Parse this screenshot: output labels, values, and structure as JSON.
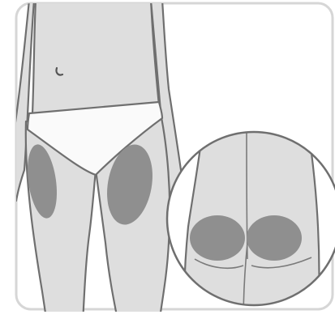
{
  "illustration": {
    "kind": "injection-site-diagram",
    "views": [
      "front",
      "back-magnified"
    ],
    "highlighted_sites": [
      "left-thigh",
      "right-thigh",
      "left-buttock",
      "right-buttock"
    ],
    "colors": {
      "skin": "#dedede",
      "outline": "#6f6f6f",
      "site": "#8f8f8f",
      "underwear": "#fafafa",
      "background": "#ffffff",
      "frame_border": "#d6d6d6"
    }
  }
}
